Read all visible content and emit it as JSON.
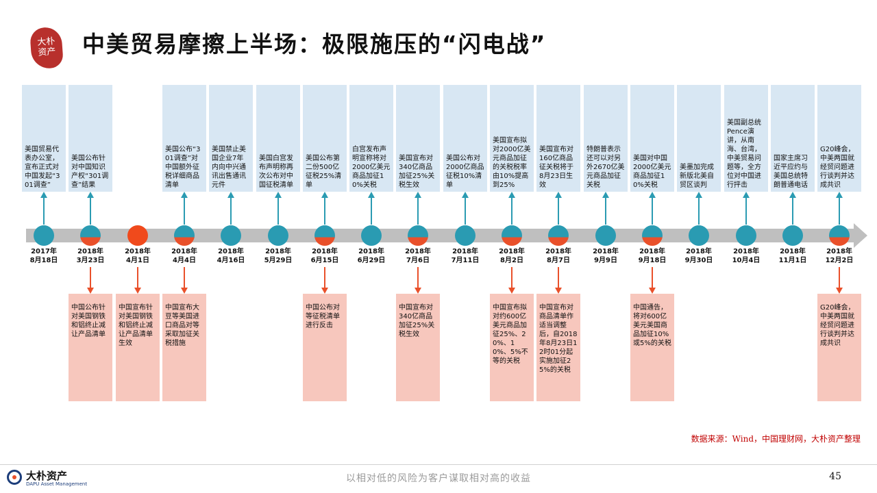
{
  "header": {
    "title": "中美贸易摩擦上半场：极限施压的“闪电战”",
    "seal_text": [
      "大朴",
      "资产"
    ]
  },
  "timeline": {
    "events": [
      {
        "date": "2017年\n8月18日",
        "marker": "blue",
        "top": "美国贸易代表办公室，宣布正式对中国发起“301调查”",
        "bottom": ""
      },
      {
        "date": "2018年\n3月23日",
        "marker": "half",
        "top": "美国公布针对中国知识产权“301调查”结果",
        "bottom": "中国公布针对美国钢铁和铝终止减让产品清单"
      },
      {
        "date": "2018年\n4月1日",
        "marker": "red",
        "top": "",
        "bottom": "中国宣布针对美国钢铁和铝终止减让产品清单生效"
      },
      {
        "date": "2018年\n4月4日",
        "marker": "half",
        "top": "美国公布“301调查”对中国额外征税详细商品清单",
        "bottom": "中国宣布大豆等美国进口商品对等采取加征关税措施"
      },
      {
        "date": "2018年\n4月16日",
        "marker": "blue",
        "top": "美国禁止美国企业7年内向中兴通讯出售通讯元件",
        "bottom": ""
      },
      {
        "date": "2018年\n5月29日",
        "marker": "blue",
        "top": "美国白宫发布声明称再次公布对中国征税清单",
        "bottom": ""
      },
      {
        "date": "2018年\n6月15日",
        "marker": "half",
        "top": "美国公布第二份500亿征税25%清单",
        "bottom": "中国公布对等征税清单进行反击"
      },
      {
        "date": "2018年\n6月29日",
        "marker": "blue",
        "top": "白宫发布声明宣称将对2000亿美元商品加征10%关税",
        "bottom": ""
      },
      {
        "date": "2018年\n7月6日",
        "marker": "half",
        "top": "美国宣布对340亿商品加征25%关税生效",
        "bottom": "中国宣布对340亿商品加征25%关税生效"
      },
      {
        "date": "2018年\n7月11日",
        "marker": "blue",
        "top": "美国公布对2000亿商品征税10%清单",
        "bottom": ""
      },
      {
        "date": "2018年\n8月2日",
        "marker": "half",
        "top": "美国宣布拟对2000亿美元商品加征的关税税率由10%提高到25%",
        "bottom": "中国宣布拟对约600亿美元商品加征25%、20%、10%、5%不等的关税"
      },
      {
        "date": "2018年\n8月7日",
        "marker": "half",
        "top": "美国宣布对160亿商品征关税将于8月23日生效",
        "bottom": "中国宣布对商品清单作适当调整后，自2018年8月23日12时01分起实施加征25%的关税"
      },
      {
        "date": "2018年\n9月9日",
        "marker": "blue",
        "top": "特朗普表示还可以对另外2670亿美元商品加征关税",
        "bottom": ""
      },
      {
        "date": "2018年\n9月18日",
        "marker": "half",
        "top": "美国对中国2000亿美元商品加征10%关税",
        "bottom": "中国通告，将对600亿美元美国商品加征10%或5%的关税"
      },
      {
        "date": "2018年\n9月30日",
        "marker": "blue",
        "top": "美墨加完成新版北美自贸区谈判",
        "bottom": ""
      },
      {
        "date": "2018年\n10月4日",
        "marker": "blue",
        "top": "美国副总统Pence演讲，从南海、台湾，中美贸易问题等，全方位对中国进行抨击",
        "bottom": ""
      },
      {
        "date": "2018年\n11月1日",
        "marker": "blue",
        "top": "国家主席习近平应约与美国总统特朗普通电话",
        "bottom": ""
      },
      {
        "date": "2018年\n12月2日",
        "marker": "half",
        "top": "G20峰会，中美两国就经贸问题进行谈判并达成共识",
        "bottom": "G20峰会，中美两国就经贸问题进行谈判并达成共识"
      }
    ]
  },
  "source": "数据来源：Wind，中国理财网，大朴资产整理",
  "footer": {
    "brand": "大朴资产",
    "brand_en": "DAPU Asset Management",
    "slogan": "以相对低的风险为客户谋取相对高的收益",
    "page_number": "45"
  },
  "colors": {
    "node_blue": "#2a9bb2",
    "node_red": "#e9502a",
    "top_box": "#d8e7f3",
    "bottom_box": "#f7c7bd",
    "source_text": "#c00000"
  }
}
